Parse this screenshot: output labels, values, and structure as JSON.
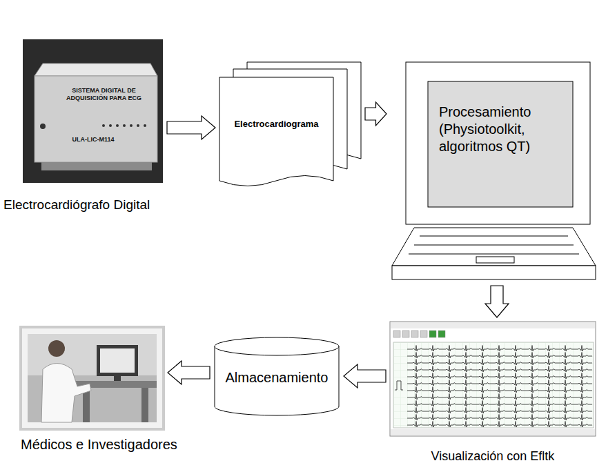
{
  "diagram": {
    "nodes": [
      {
        "text": [
          "Electrocardiógrafo Digital"
        ]
      },
      {
        "text": [
          "Electrocardiograma"
        ]
      },
      {
        "text": [
          "Procesamiento (Physiotoolkit, algoritmos QT)"
        ]
      },
      {
        "text": [
          "Visualización con Efltk"
        ]
      },
      {
        "text": [
          "Almacenamiento"
        ]
      },
      {
        "text": [
          "Médicos e Investigadores"
        ]
      }
    ],
    "edges": [
      {
        "from": 0,
        "to": 1,
        "arrow": "to"
      },
      {
        "from": 1,
        "to": 2,
        "arrow": "to"
      },
      {
        "from": 2,
        "to": 3,
        "arrow": "to"
      },
      {
        "from": 3,
        "to": 4,
        "arrow": "to"
      },
      {
        "from": 4,
        "to": 5,
        "arrow": "to"
      }
    ],
    "labels": [
      "SISTEMA DIGITAL DE ADQUISICIÓN PARA ECG",
      "ULA-LIC-M114"
    ]
  }
}
